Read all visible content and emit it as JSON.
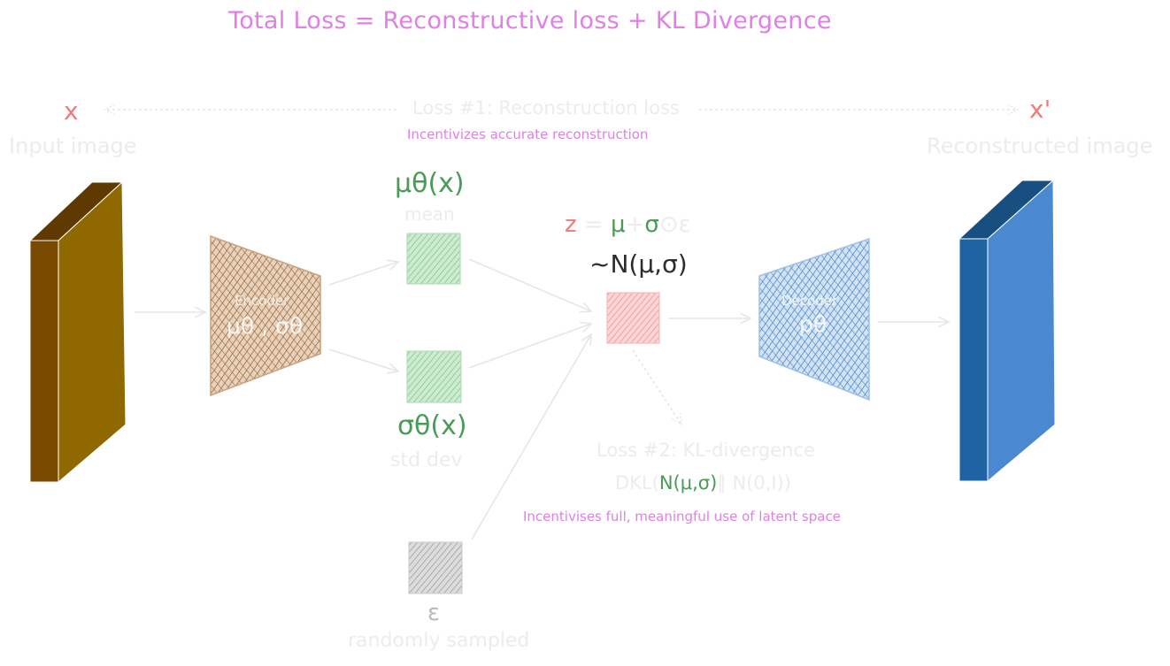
{
  "title": "Total Loss = Reconstructive loss + KL Divergence",
  "input": {
    "symbol": "x",
    "label": "Input image"
  },
  "output": {
    "symbol": "x'",
    "label": "Reconstructed image"
  },
  "loss1": {
    "label": "Loss #1: Reconstruction loss",
    "desc": "Incentivizes accurate reconstruction"
  },
  "encoder": {
    "label": "Encoder",
    "params": "μθ , σθ"
  },
  "decoder": {
    "label": "Decoder",
    "params": "pθ"
  },
  "mean": {
    "formula": "μθ(x)",
    "label": "mean"
  },
  "std": {
    "formula": "σθ(x)",
    "label": "std dev"
  },
  "epsilon": {
    "symbol": "ε",
    "label": "randomly sampled"
  },
  "latent": {
    "z": "z",
    "eq": " = ",
    "mu": "μ",
    "plus": "+",
    "sigma": "σ",
    "rest": "⊙ε",
    "dist": "~N(μ,σ)"
  },
  "loss2": {
    "label": "Loss #2: KL-divergence",
    "d": "DKL(",
    "n1": "N(μ,σ)",
    "n2": "∥ N(0,I))",
    "desc": "Incentivises full, meaningful use of latent space"
  },
  "colors": {
    "title": "#e07fe6",
    "input_front": "#8f6900",
    "input_side": "#7a4a00",
    "input_top": "#5e3a00",
    "encoder": "#a06a3a",
    "decoder": "#4a88c8",
    "mean_box": "#7cc584",
    "std_box": "#7cc584",
    "z_box": "#f28c8c",
    "eps_box": "#9a9a9a",
    "output_front": "#4a88cf",
    "output_side": "#1f63a3",
    "output_top": "#164f80"
  }
}
